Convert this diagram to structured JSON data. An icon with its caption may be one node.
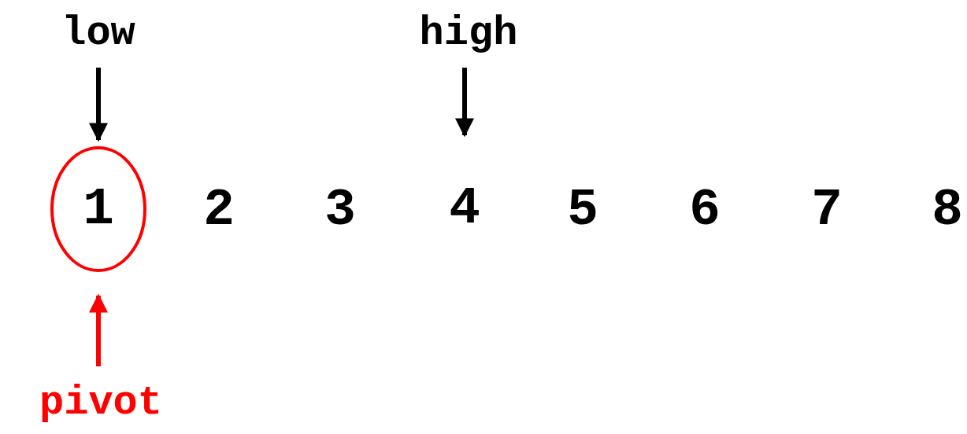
{
  "diagram": {
    "nodes": [
      {
        "text": [
          "low"
        ]
      },
      {
        "text": [
          "high"
        ]
      },
      {
        "text": [
          "1"
        ]
      },
      {
        "text": [
          "4"
        ]
      },
      {
        "text": [
          "pivot"
        ]
      }
    ],
    "edges": [
      {
        "from": 0,
        "to": 2,
        "arrow": "to"
      },
      {
        "from": 1,
        "to": 3,
        "arrow": "to"
      },
      {
        "from": 4,
        "to": 2,
        "arrow": "to",
        "color": "#ff0000"
      }
    ],
    "labels": [
      "2",
      "3",
      "5",
      "6",
      "7",
      "8"
    ]
  }
}
